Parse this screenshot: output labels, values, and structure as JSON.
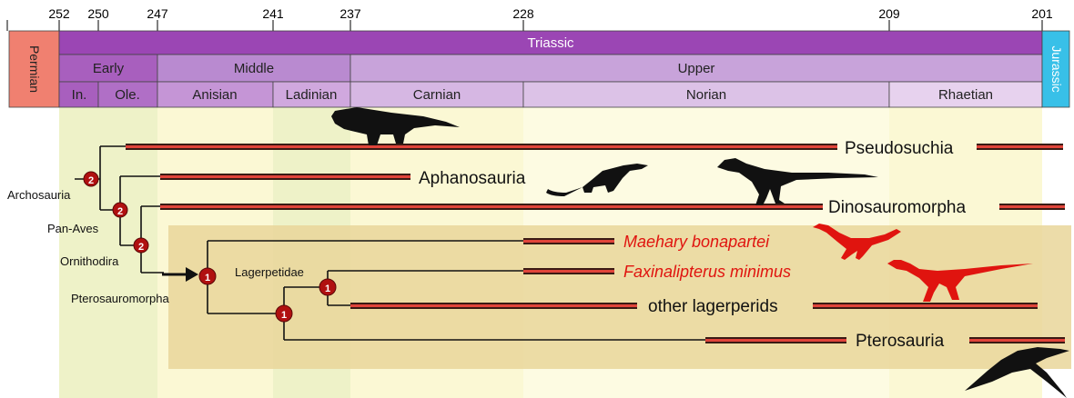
{
  "time_axis": {
    "ticks": [
      "252",
      "250",
      "247",
      "241",
      "237",
      "228",
      "209",
      "201"
    ]
  },
  "timescale": {
    "permian": "Permian",
    "triassic": "Triassic",
    "jurassic": "Jurassic",
    "epochs": [
      "Early",
      "Middle",
      "Upper"
    ],
    "stages": [
      "In.",
      "Ole.",
      "Anisian",
      "Ladinian",
      "Carnian",
      "Norian",
      "Rhaetian"
    ]
  },
  "clades": {
    "archosauria": "Archosauria",
    "pan_aves": "Pan-Aves",
    "ornithodira": "Ornithodira",
    "pterosauromorpha": "Pterosauromorpha",
    "lagerpetidae": "Lagerpetidae"
  },
  "taxa": {
    "pseudosuchia": "Pseudosuchia",
    "aphanosauria": "Aphanosauria",
    "dinosauromorpha": "Dinosauromorpha",
    "maehary": "Maehary bonapartei",
    "faxinalipterus": "Faxinalipterus minimus",
    "other_lagerperids": "other lagerperids",
    "pterosauria": "Pterosauria"
  },
  "node_badges": {
    "archosauria": "2",
    "pan_aves": "2",
    "ornithodira": "2",
    "pterosauromorpha": "1",
    "pterosauria_lagerpetidae": "1",
    "lagerpetidae": "1"
  },
  "silhouettes": [
    "crocodile-like-silhouette",
    "aphanosaur-silhouette",
    "theropod-silhouette",
    "maehary-silhouette",
    "faxinalipterus-silhouette",
    "pterosaur-silhouette"
  ],
  "colors": {
    "permian": "#f08070",
    "triassic": "#9b46b4",
    "triassic_epoch": "#b37cc6",
    "stage_dark": "#a866bd",
    "stage_light": "#d9bde2",
    "jurassic": "#38c0e8",
    "highlight_red": "#e0140f",
    "badge_red": "#b01010",
    "panel_light": "#f6f2c0",
    "panel_dark": "#e8d596"
  }
}
